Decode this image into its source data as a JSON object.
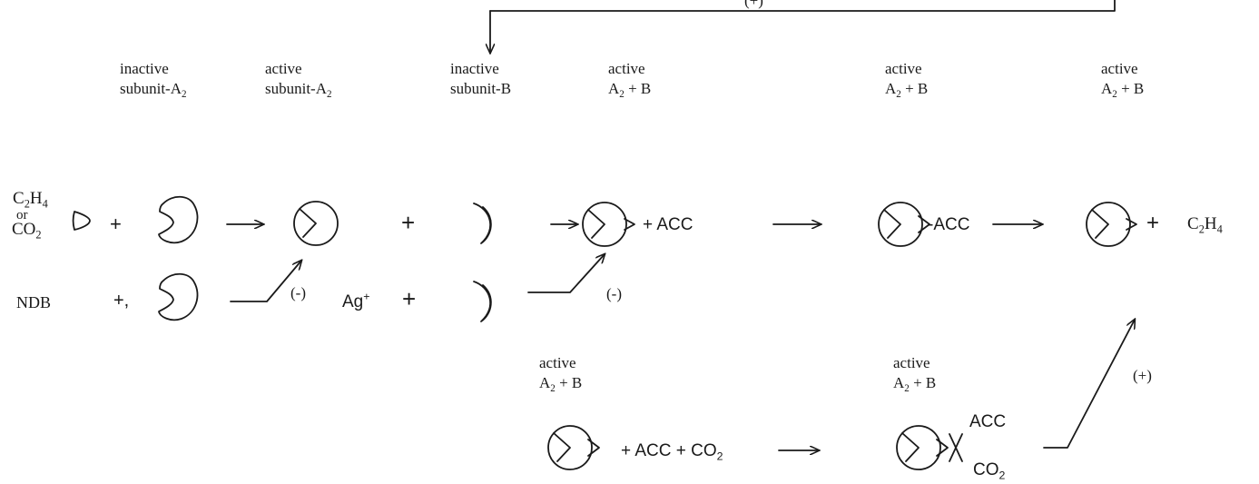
{
  "top_feedback": {
    "sign": "(+)"
  },
  "header_labels": {
    "col1": {
      "line1": "inactive",
      "line2_prefix": "subunit-A",
      "line2_sub": "2"
    },
    "col2": {
      "line1": "active",
      "line2_prefix": "subunit-A",
      "line2_sub": "2"
    },
    "col3": {
      "line1": "inactive",
      "line2_prefix": "subunit-B"
    },
    "col4": {
      "line1": "active",
      "a": "A",
      "sub": "2",
      "rest": " + B"
    },
    "col5": {
      "line1": "active",
      "a": "A",
      "sub": "2",
      "rest": " + B"
    },
    "col6": {
      "line1": "active",
      "a": "A",
      "sub": "2",
      "rest": " + B"
    }
  },
  "row1": {
    "ligand": {
      "c2h4_c": "C",
      "c2h4_sub1": "2",
      "c2h4_h": "H",
      "c2h4_sub2": "4",
      "or": "or",
      "co2_co": "CO",
      "co2_sub": "2"
    },
    "plus1": "+",
    "plus2": "+",
    "plus_acc": "+ ACC",
    "complex_acc": "-ACC",
    "plus3": "+",
    "product": {
      "c": "C",
      "sub1": "2",
      "h": "H",
      "sub2": "4"
    }
  },
  "row2": {
    "inhibitor1": "NDB",
    "plus1": "+,",
    "inhibit_sign1": "(-)",
    "ag": {
      "base": "Ag",
      "sup": "+"
    },
    "plus2": "+",
    "inhibit_sign2": "(-)"
  },
  "row3": {
    "label_left": {
      "line1": "active",
      "a": "A",
      "sub": "2",
      "rest": " + B"
    },
    "label_right": {
      "line1": "active",
      "a": "A",
      "sub": "2",
      "rest": " + B"
    },
    "reactants": {
      "text": "+  ACC + CO",
      "sub": "2"
    },
    "acc": "ACC",
    "co2": {
      "co": "CO",
      "sub": "2"
    },
    "promote_sign": "(+)"
  }
}
